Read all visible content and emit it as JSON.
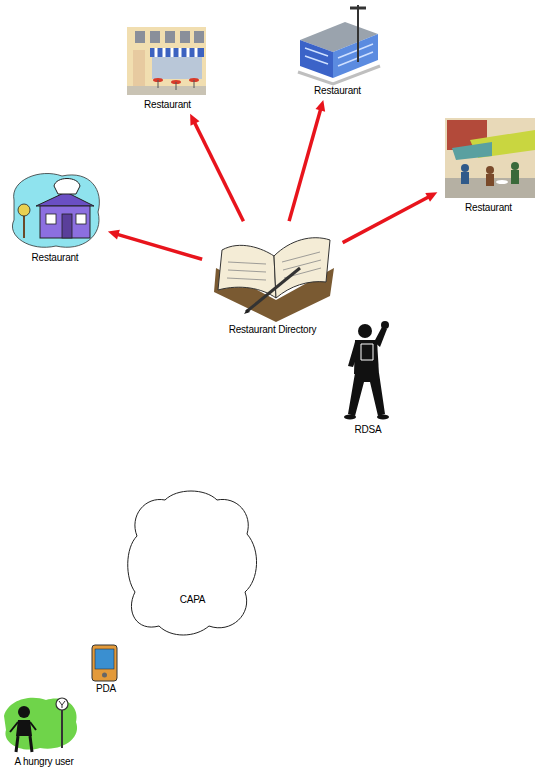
{
  "diagram": {
    "nodes": [
      {
        "text": [
          "Restaurant"
        ]
      },
      {
        "text": [
          "Restaurant"
        ]
      },
      {
        "text": [
          "Restaurant"
        ]
      },
      {
        "text": [
          "Restaurant"
        ]
      },
      {
        "text": [
          "Restaurant Directory"
        ]
      },
      {
        "text": [
          "RDSA"
        ]
      },
      {
        "text": [
          "CAPA"
        ]
      },
      {
        "text": [
          "PDA"
        ]
      },
      {
        "text": [
          "A hungry user"
        ]
      }
    ],
    "edges": [
      {
        "from": 4,
        "to": 0,
        "arrow": "to"
      },
      {
        "from": 4,
        "to": 1,
        "arrow": "to"
      },
      {
        "from": 4,
        "to": 2,
        "arrow": "to"
      },
      {
        "from": 4,
        "to": 3,
        "arrow": "to"
      }
    ]
  }
}
